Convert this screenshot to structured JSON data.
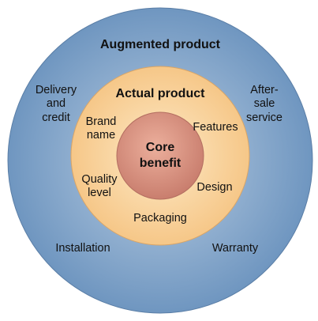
{
  "diagram": {
    "rings": {
      "augmented": {
        "title": "Augmented product",
        "color_center": "#b9cde2",
        "color_edge": "#6f96c0",
        "items": {
          "delivery": [
            "Delivery",
            "and",
            "credit"
          ],
          "after_sale": [
            "After-",
            "sale",
            "service"
          ],
          "installation": "Installation",
          "warranty": "Warranty"
        }
      },
      "actual": {
        "title": "Actual product",
        "color_center": "#fde9c6",
        "color_edge": "#f6c788",
        "items": {
          "brand": [
            "Brand",
            "name"
          ],
          "features": "Features",
          "quality": [
            "Quality",
            "level"
          ],
          "design": "Design",
          "packaging": "Packaging"
        }
      },
      "core": {
        "title": [
          "Core",
          "benefit"
        ],
        "color_center": "#ecaf9c",
        "color_edge": "#c97e6e"
      }
    }
  }
}
